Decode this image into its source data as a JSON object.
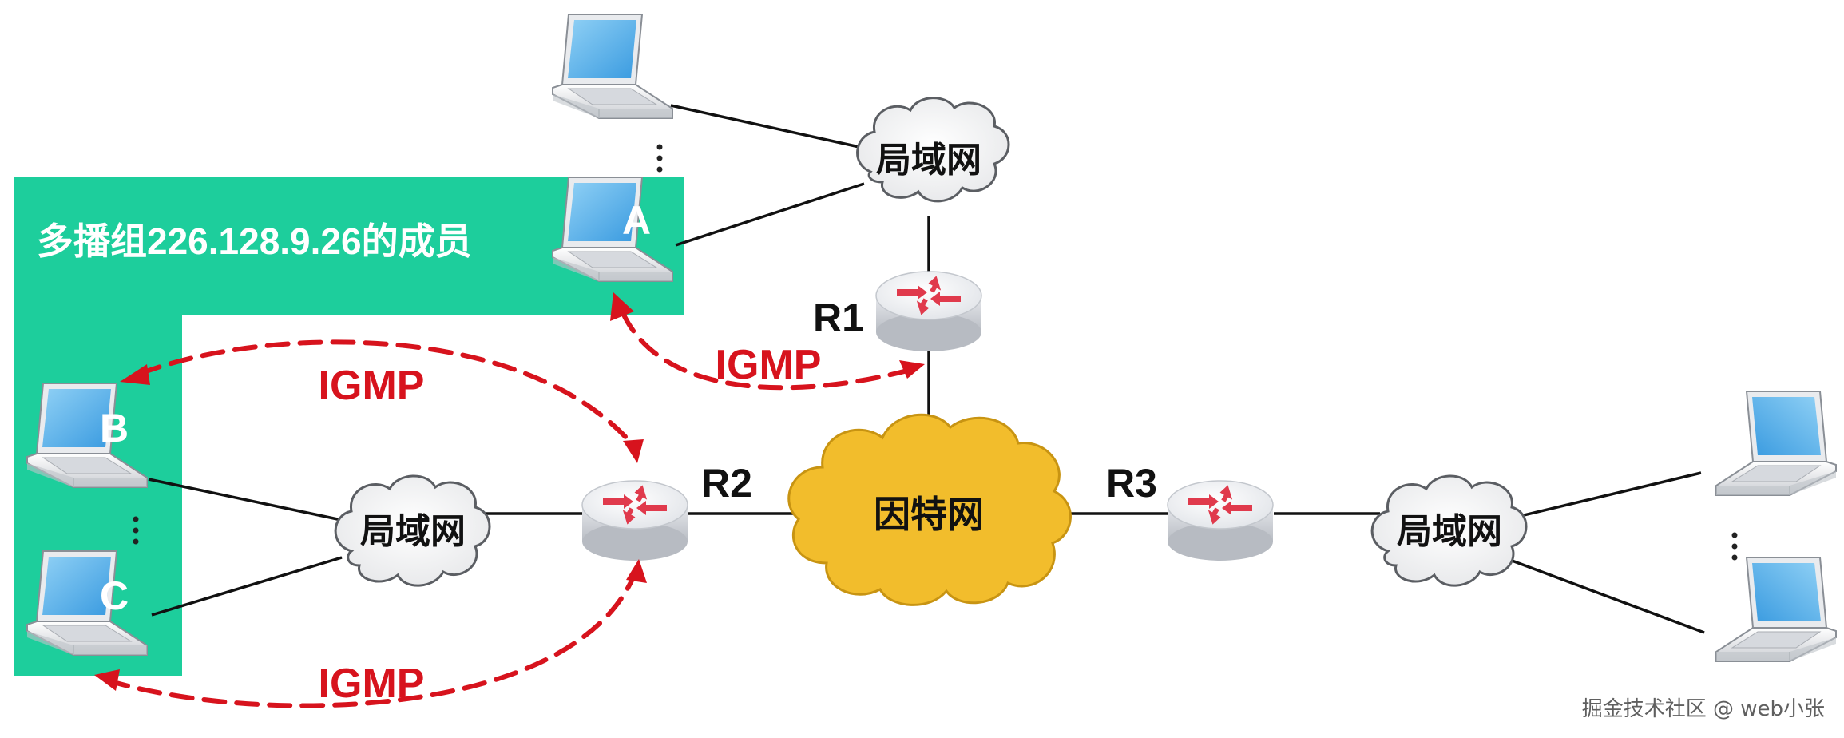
{
  "group_label": "多播组226.128.9.26的成员",
  "hosts": {
    "a": "A",
    "b": "B",
    "c": "C"
  },
  "lan_label": "局域网",
  "internet_label": "因特网",
  "routers": {
    "r1": "R1",
    "r2": "R2",
    "r3": "R3"
  },
  "protocol_label": "IGMP",
  "ellipsis": "⋮",
  "watermark": "掘金技术社区 @ web小张",
  "colors": {
    "group_panel": "#1dce9c",
    "cloud_internet": "#f2bd2c",
    "igmp": "#d7131d",
    "laptop_screen": "#5db4ea",
    "link": "#111111"
  }
}
